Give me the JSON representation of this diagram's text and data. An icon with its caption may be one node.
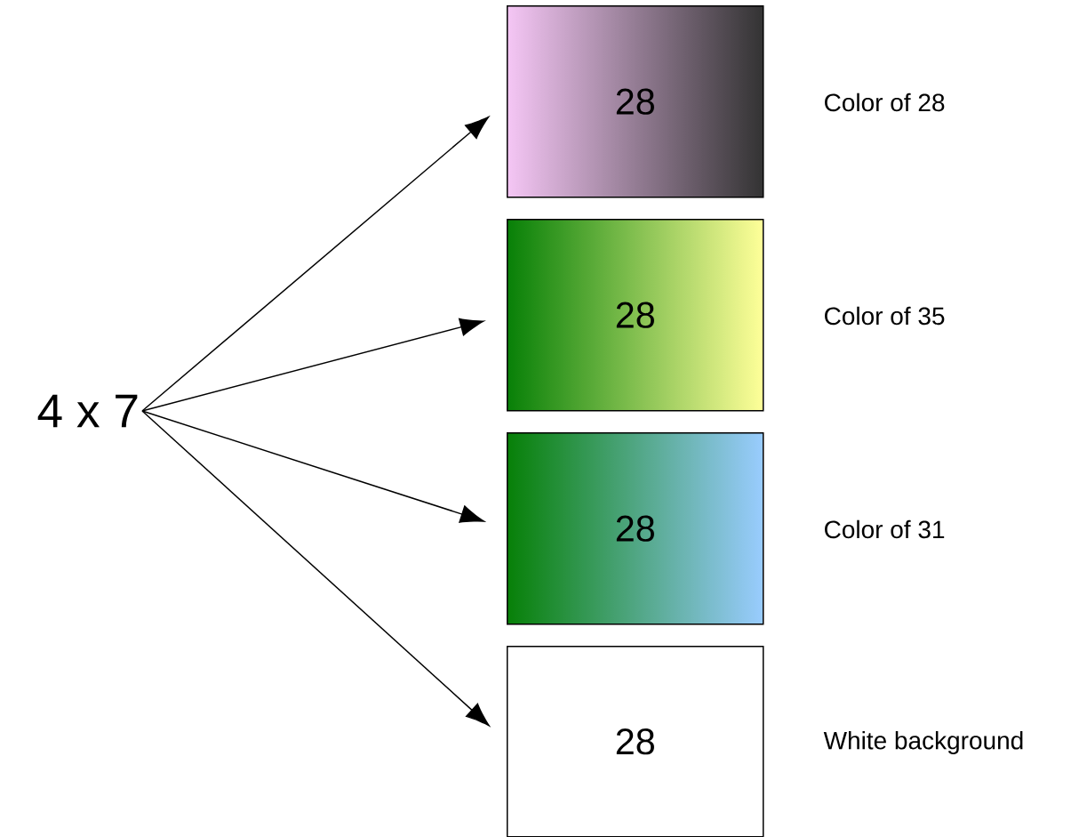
{
  "diagram": {
    "nodes": [
      {
        "text": [
          "4 x 7"
        ]
      },
      {
        "text": [
          "28"
        ],
        "beside": [
          "Color of 28"
        ]
      },
      {
        "text": [
          "28"
        ],
        "beside": [
          "Color of 35"
        ]
      },
      {
        "text": [
          "28"
        ],
        "beside": [
          "Color of 31"
        ]
      },
      {
        "text": [
          "28"
        ],
        "beside": [
          "White background"
        ]
      }
    ],
    "edges": [
      {
        "from": 0,
        "to": 1,
        "arrow": "to"
      },
      {
        "from": 0,
        "to": 2,
        "arrow": "to"
      },
      {
        "from": 0,
        "to": 3,
        "arrow": "to"
      },
      {
        "from": 0,
        "to": 4,
        "arrow": "to"
      }
    ]
  }
}
